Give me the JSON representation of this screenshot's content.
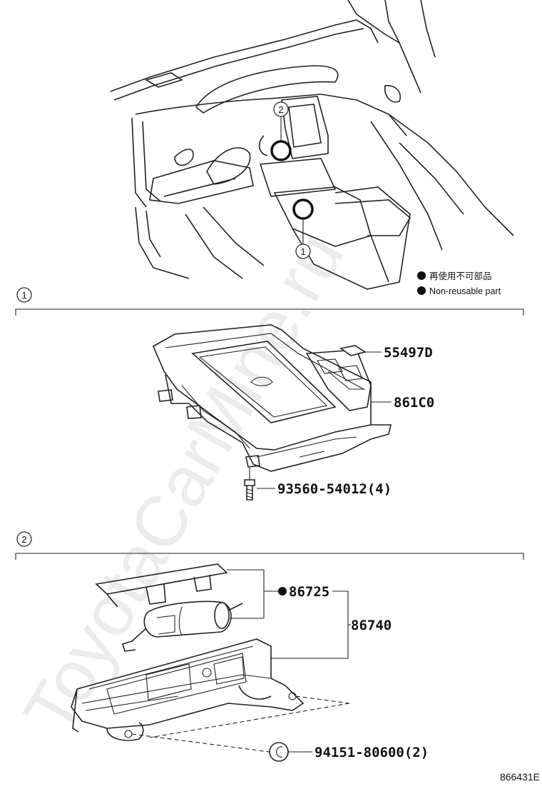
{
  "legend": {
    "jp": "再使用不可部品",
    "en": "Non-reusable part"
  },
  "callouts": {
    "one": "1",
    "two": "2"
  },
  "parts": {
    "p55497D": "55497D",
    "p861C0": "861C0",
    "p93560": "93560-54012(4)",
    "p86725": "86725",
    "p86740": "86740",
    "p94151": "94151-80600(2)"
  },
  "figure_id": "866431E",
  "watermark": "ToyotaCarMine.ru"
}
